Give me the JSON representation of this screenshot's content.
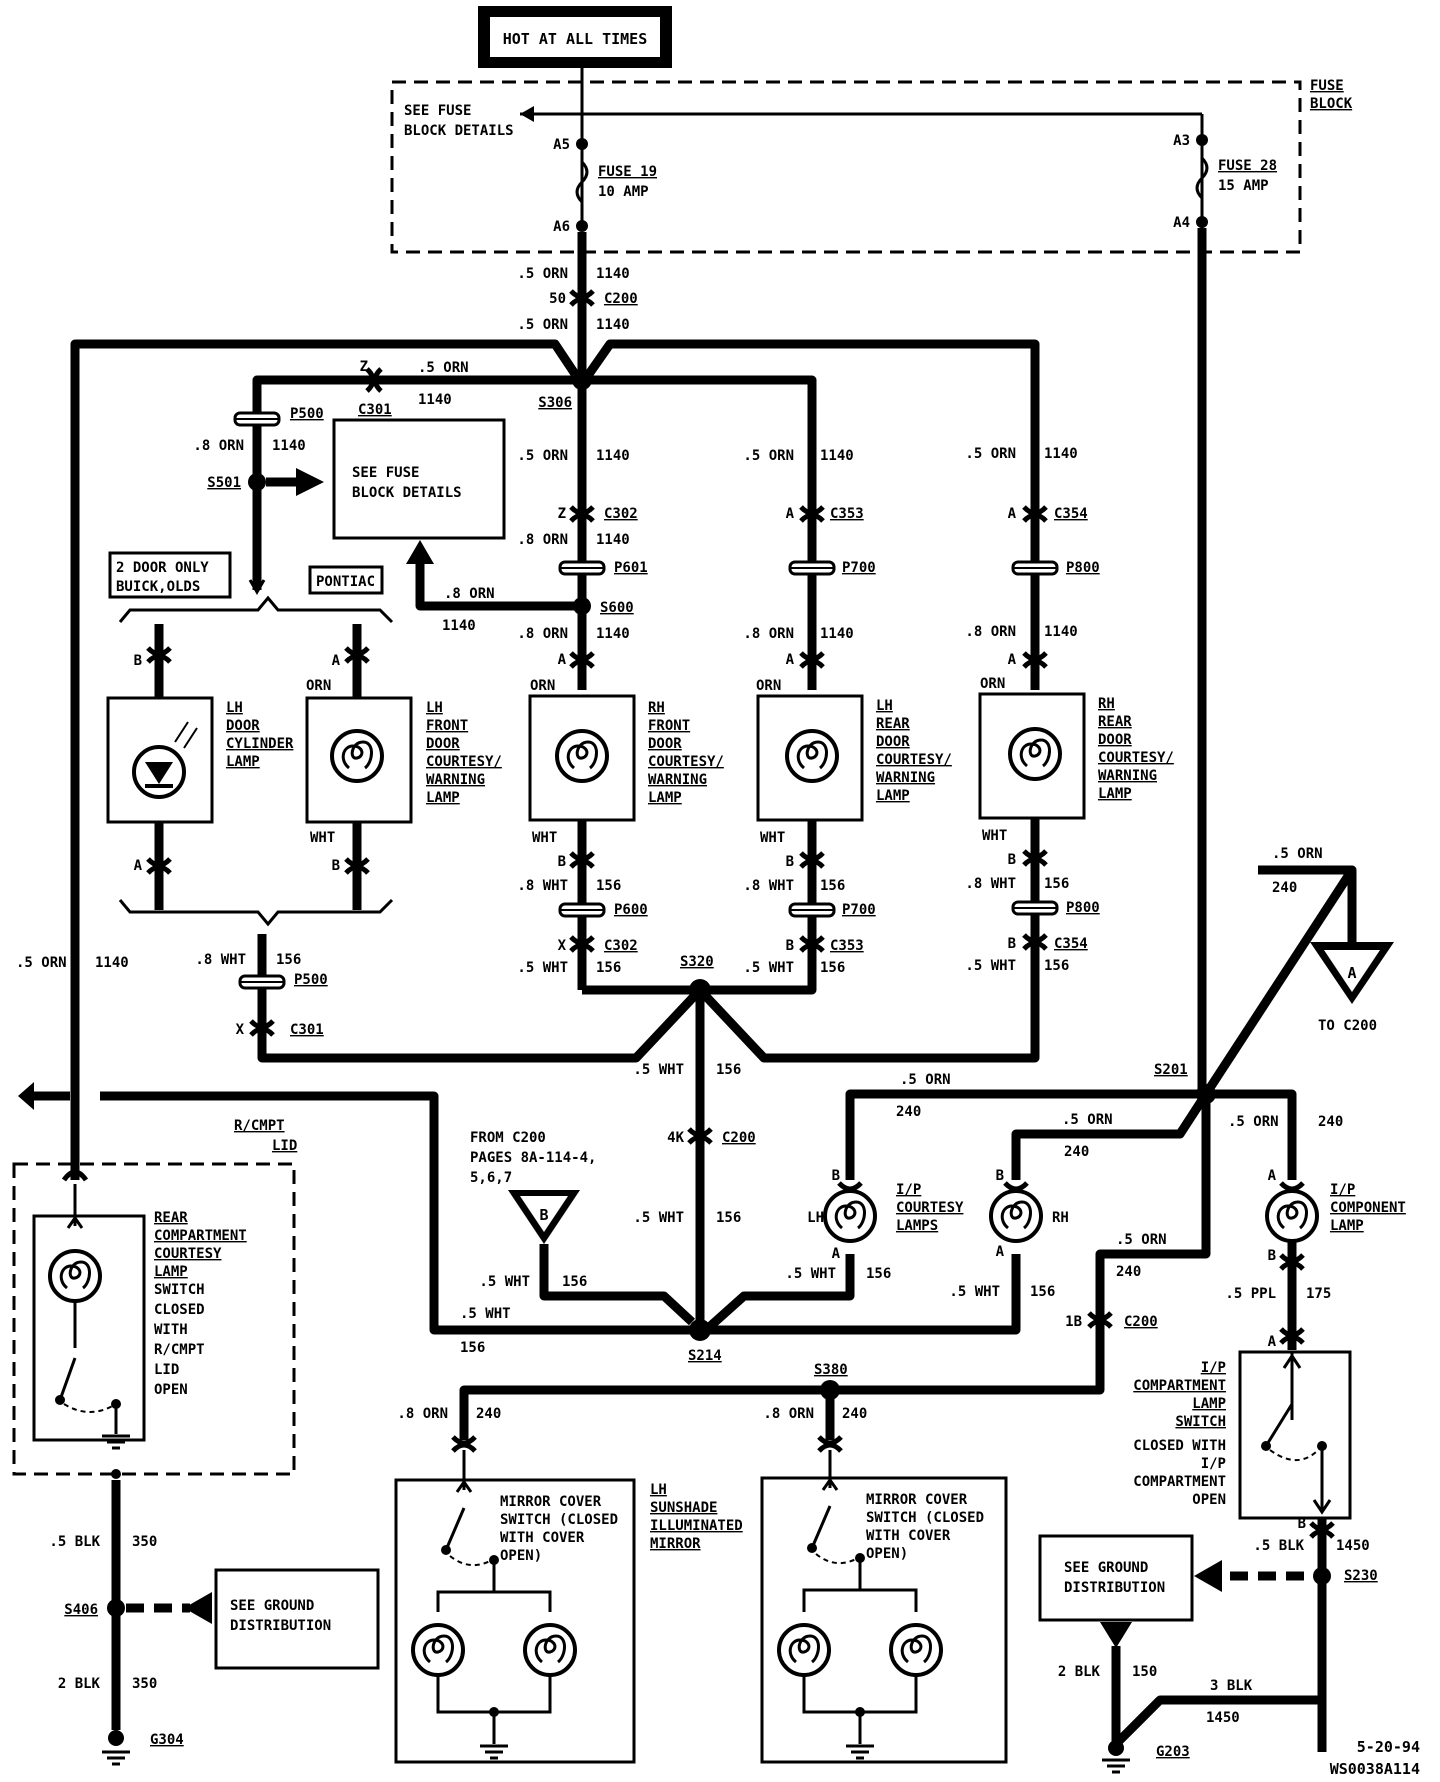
{
  "header": {
    "hot_label": "HOT AT ALL TIMES"
  },
  "fuse_block": {
    "label": [
      "FUSE",
      "BLOCK"
    ],
    "see_details": [
      "SEE FUSE",
      "BLOCK DETAILS"
    ],
    "fuse19": {
      "name": "FUSE 19",
      "rating": "10 AMP",
      "in_pin": "A5",
      "out_pin": "A6"
    },
    "fuse28": {
      "name": "FUSE 28",
      "rating": "15 AMP",
      "in_pin": "A3",
      "out_pin": "A4"
    }
  },
  "wires": {
    "orn05": ".5 ORN",
    "orn08": ".8 ORN",
    "wht05": ".5 WHT",
    "wht08": ".8 WHT",
    "ppl05": ".5 PPL",
    "blk05": ".5 BLK",
    "blk2": "2 BLK",
    "blk3": "3 BLK",
    "c1140": "1140",
    "c156": "156",
    "c240": "240",
    "c175": "175",
    "c350": "350",
    "c150": "150",
    "c1450": "1450"
  },
  "connectors": {
    "c200": "C200",
    "c301": "C301",
    "c302": "C302",
    "c353": "C353",
    "c354": "C354",
    "p500": "P500",
    "p601": "P601",
    "p600": "P600",
    "p700": "P700",
    "p800": "P800",
    "pin50": "50",
    "pin4k": "4K",
    "pin1b": "1B",
    "pinz": "Z",
    "pinx": "X",
    "pina": "A",
    "pinb": "B"
  },
  "splices": {
    "s306": "S306",
    "s501": "S501",
    "s600": "S600",
    "s320": "S320",
    "s214": "S214",
    "s201": "S201",
    "s380": "S380",
    "s406": "S406",
    "s230": "S230"
  },
  "grounds": {
    "g304": "G304",
    "g203": "G203"
  },
  "labels": {
    "see_fuse_mid": [
      "SEE FUSE",
      "BLOCK DETAILS"
    ],
    "two_door": [
      "2 DOOR ONLY",
      "BUICK,OLDS"
    ],
    "pontiac": "PONTIAC",
    "orn": "ORN",
    "wht": "WHT",
    "from_c200": [
      "FROM C200",
      "PAGES 8A-114-4,",
      "5,6,7"
    ],
    "to_c200": "TO C200",
    "rcmpt_lid": [
      "R/CMPT",
      "LID"
    ],
    "lh": "LH",
    "rh": "RH",
    "see_ground": [
      "SEE GROUND",
      "DISTRIBUTION"
    ],
    "marker_a": "A",
    "marker_b": "B"
  },
  "components": {
    "lh_door_cyl": [
      "LH",
      "DOOR",
      "CYLINDER",
      "LAMP"
    ],
    "lh_front": [
      "LH",
      "FRONT",
      "DOOR",
      "COURTESY/",
      "WARNING",
      "LAMP"
    ],
    "rh_front": [
      "RH",
      "FRONT",
      "DOOR",
      "COURTESY/",
      "WARNING",
      "LAMP"
    ],
    "lh_rear": [
      "LH",
      "REAR",
      "DOOR",
      "COURTESY/",
      "WARNING",
      "LAMP"
    ],
    "rh_rear": [
      "RH",
      "REAR",
      "DOOR",
      "COURTESY/",
      "WARNING",
      "LAMP"
    ],
    "rear_cmpt": [
      "REAR",
      "COMPARTMENT",
      "COURTESY",
      "LAMP",
      "SWITCH",
      "CLOSED",
      "WITH",
      "R/CMPT",
      "LID",
      "OPEN"
    ],
    "ip_courtesy": [
      "I/P",
      "COURTESY",
      "LAMPS"
    ],
    "ip_component": [
      "I/P",
      "COMPONENT",
      "LAMP"
    ],
    "ip_cmpt_switch": [
      "I/P",
      "COMPARTMENT",
      "LAMP",
      "SWITCH",
      "CLOSED WITH",
      "I/P",
      "COMPARTMENT",
      "OPEN"
    ],
    "lh_sunshade": [
      "LH",
      "SUNSHADE",
      "ILLUMINATED",
      "MIRROR"
    ],
    "mirror_switch": [
      "MIRROR COVER",
      "SWITCH (CLOSED",
      "WITH COVER",
      "OPEN)"
    ]
  },
  "footer": {
    "date": "5-20-94",
    "code": "WS0038A114"
  }
}
